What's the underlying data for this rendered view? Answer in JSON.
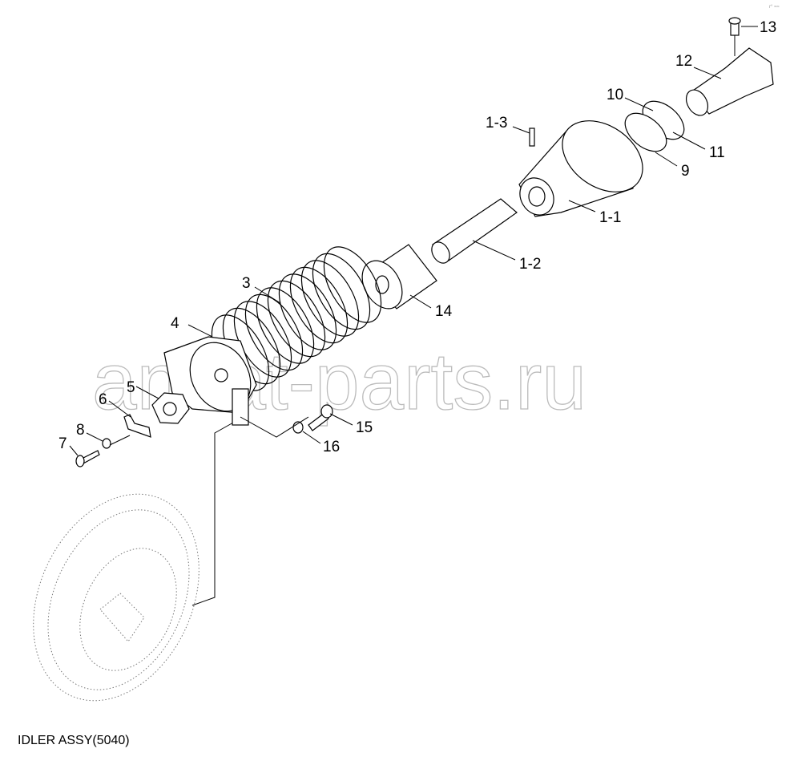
{
  "diagram": {
    "caption": "IDLER ASSY(5040)",
    "watermark": "ancat-parts.ru",
    "corner_mark": "r° ≈≈",
    "callouts": {
      "p13": "13",
      "p12": "12",
      "p10": "10",
      "p1_3": "1-3",
      "p11": "11",
      "p9": "9",
      "p1_1": "1-1",
      "p1_2": "1-2",
      "p3": "3",
      "p14": "14",
      "p4": "4",
      "p5": "5",
      "p6": "6",
      "p8": "8",
      "p7": "7",
      "p15": "15",
      "p16": "16"
    }
  }
}
